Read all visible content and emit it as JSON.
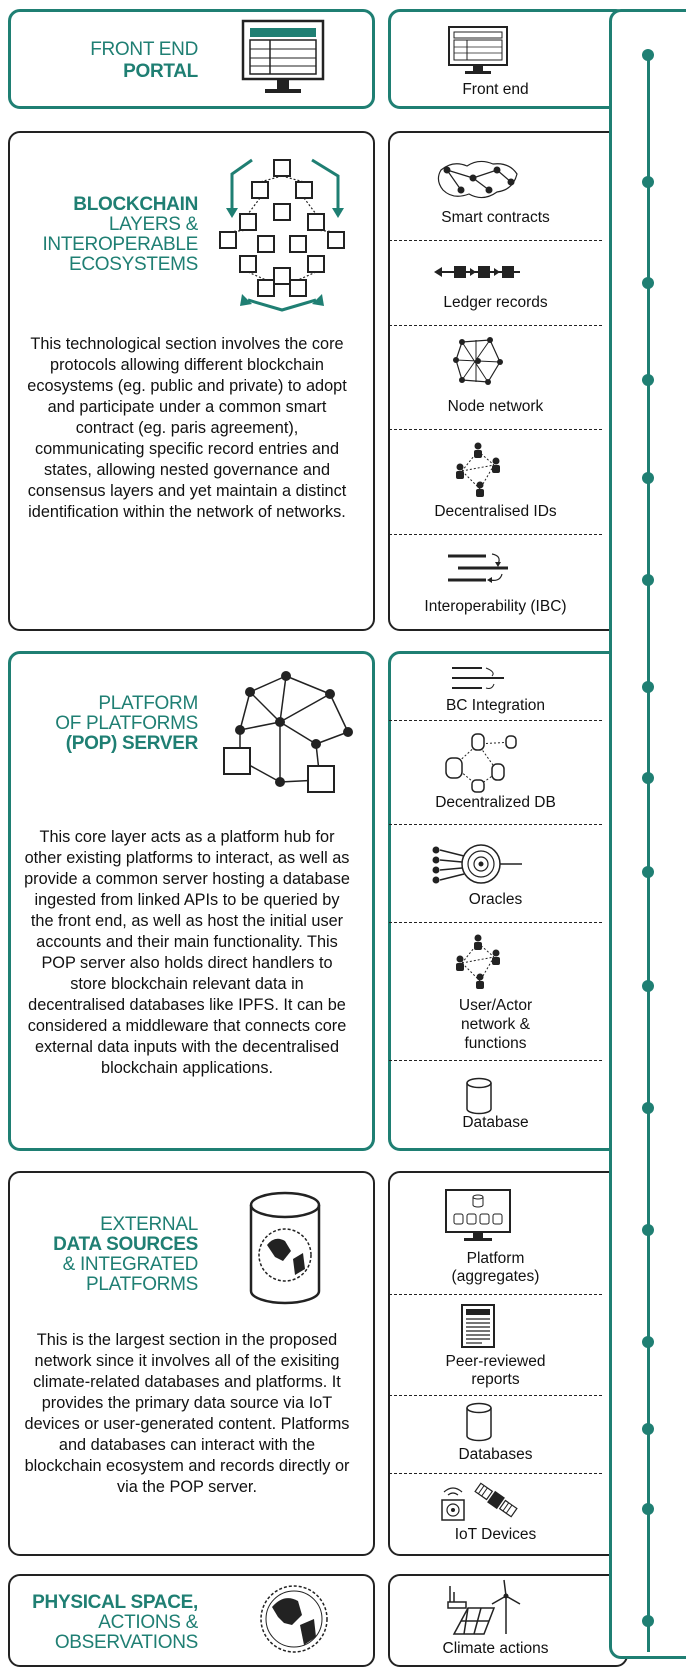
{
  "sections": {
    "front_end": {
      "title_light": "FRONT END",
      "title_bold": "PORTAL"
    },
    "blockchain": {
      "title_bold": "BLOCKCHAIN",
      "title_light_1": "LAYERS &",
      "title_light_2": "INTEROPERABLE",
      "title_light_3": "ECOSYSTEMS",
      "description": "This technological section involves the core protocols allowing different blockchain ecosystems (eg. public and private) to adopt and participate under a common smart contract (eg. paris agreement), communicating specific record entries and states, allowing nested governance and consensus layers and yet maintain a distinct identification within the network of networks."
    },
    "pop": {
      "title_light_1": "PLATFORM",
      "title_light_2": "OF PLATFORMS",
      "title_bold": "(POP) SERVER",
      "description": "This core layer acts as a platform hub for other existing platforms to interact, as well as provide a common server hosting a database ingested from linked APIs to be queried by the front end, as well as host the initial user accounts and their main functionality. This POP server also holds direct handlers to store blockchain relevant data in decentralised databases like IPFS. It can be considered a middleware that connects core external data inputs with the decentralised blockchain applications."
    },
    "external": {
      "title_light_1": "EXTERNAL",
      "title_bold": "DATA SOURCES",
      "title_light_2": "& INTEGRATED",
      "title_light_3": "PLATFORMS",
      "description": "This is the largest section in the proposed network since it involves all of the exisiting climate-related databases and platforms. It provides the primary data source via IoT devices or user-generated content. Platforms and databases can interact with the blockchain ecosystem and records directly or via the POP server."
    },
    "physical": {
      "title_bold": "PHYSICAL SPACE,",
      "title_light_1": "ACTIONS &",
      "title_light_2": "OBSERVATIONS"
    }
  },
  "components": {
    "front_end": "Front end",
    "smart_contracts": "Smart contracts",
    "ledger_records": "Ledger records",
    "node_network": "Node network",
    "decentralised_ids": "Decentralised IDs",
    "interoperability": "Interoperability (IBC)",
    "bc_integration": "BC Integration",
    "decentralized_db": "Decentralized DB",
    "oracles": "Oracles",
    "user_actor_1": "User/Actor",
    "user_actor_2": "network &",
    "user_actor_3": "functions",
    "database": "Database",
    "platform_1": "Platform",
    "platform_2": "(aggregates)",
    "peer_reviewed_1": "Peer-reviewed",
    "peer_reviewed_2": "reports",
    "databases": "Databases",
    "iot_devices": "IoT Devices",
    "climate_actions": "Climate actions"
  },
  "colors": {
    "accent": "#1f7f73",
    "border_dark": "#222222"
  }
}
